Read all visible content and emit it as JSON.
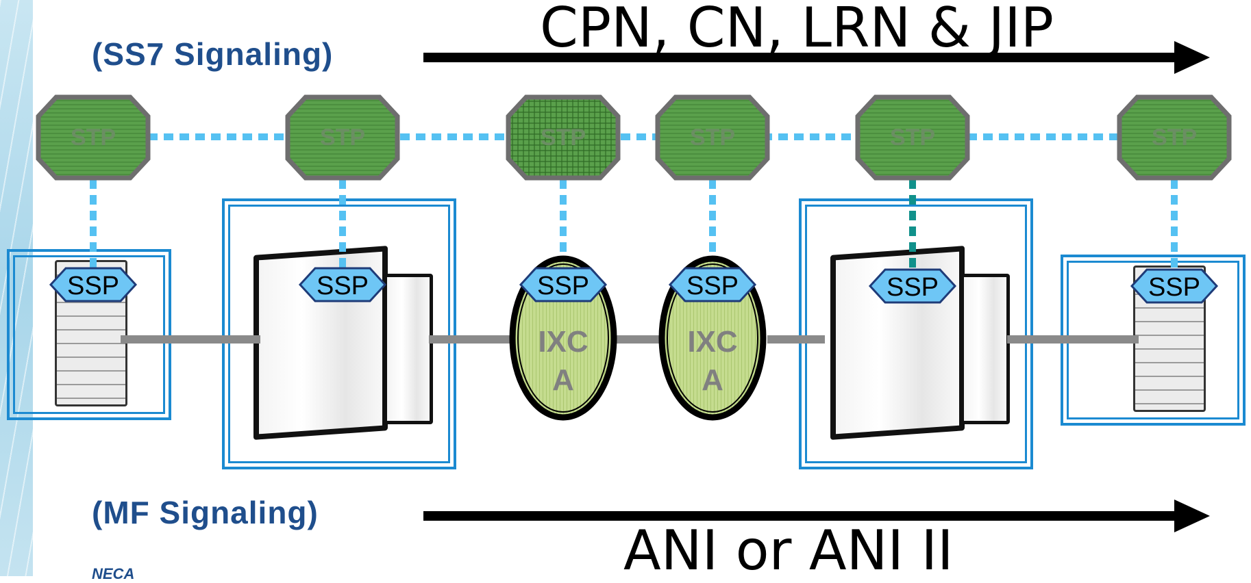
{
  "top": {
    "label": "(SS7 Signaling)",
    "title": "CPN, CN, LRN & JIP"
  },
  "bottom": {
    "label": "(MF Signaling)",
    "title": "ANI or ANI II"
  },
  "stp_label": "STP",
  "ssp_label": "SSP",
  "ixc_label": "IXC A",
  "logo_text": "NECA",
  "colors": {
    "stp_fill": "#5aa04b",
    "stp_border": "#6e6e6e",
    "ssp_fill": "#6ec6f5",
    "link_blue": "#55c1f2",
    "link_teal": "#11918b",
    "trunk": "#8a8a8a",
    "ixc_fill": "#c5dc8f",
    "frame": "#1b8ad1",
    "label": "#1f4e8c"
  }
}
